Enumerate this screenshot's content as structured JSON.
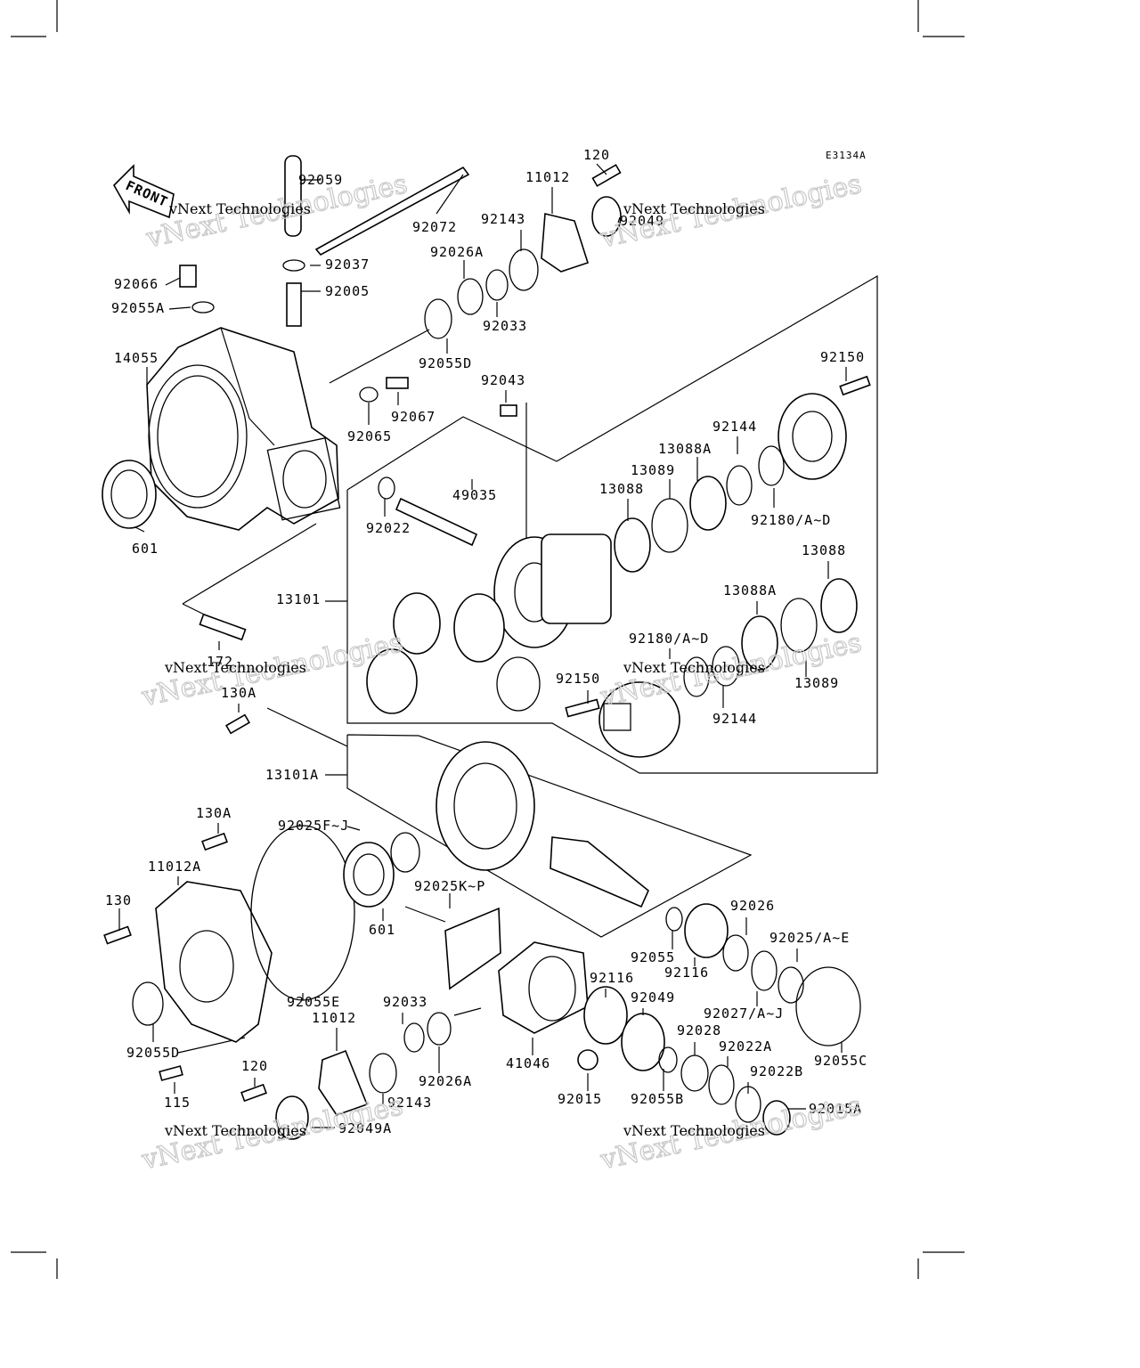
{
  "diagram": {
    "code": "E3134A",
    "front_label": "FRONT",
    "parts": [
      "92059",
      "92072",
      "92037",
      "92005",
      "92066",
      "92055A",
      "14055",
      "601",
      "120",
      "11012",
      "92049",
      "92143",
      "92026A",
      "92033",
      "92055D",
      "92067",
      "92065",
      "92043",
      "49035",
      "92022",
      "13101",
      "172",
      "130A",
      "92150",
      "92144",
      "13088A",
      "13089",
      "13088",
      "92180/A~D",
      "92180/A~D",
      "13088",
      "13088A",
      "13089",
      "92144",
      "92150",
      "13101A",
      "130A",
      "11012A",
      "130",
      "92025F~J",
      "601",
      "92025K~P",
      "92055E",
      "92055D",
      "115",
      "11012",
      "120",
      "92049A",
      "92033",
      "92143",
      "92026A",
      "41046",
      "92015",
      "92116",
      "92049",
      "92055B",
      "92055",
      "92116",
      "92026",
      "92025/A~E",
      "92027/A~J",
      "92028",
      "92022A",
      "92022B",
      "92015A",
      "92055C"
    ],
    "watermarks": [
      {
        "line1": "vNext Technologies",
        "line2": "vNext Technologies"
      },
      {
        "line1": "vNext Technologies",
        "line2": "vNext Technologies"
      },
      {
        "line1": "vNext Technologies",
        "line2": "vNext Technologies"
      },
      {
        "line1": "vNext Technologies",
        "line2": "vNext Technologies"
      },
      {
        "line1": "vNext Technologies",
        "line2": "vNext Technologies"
      },
      {
        "line1": "vNext Technologies",
        "line2": "vNext Technologies"
      }
    ]
  }
}
